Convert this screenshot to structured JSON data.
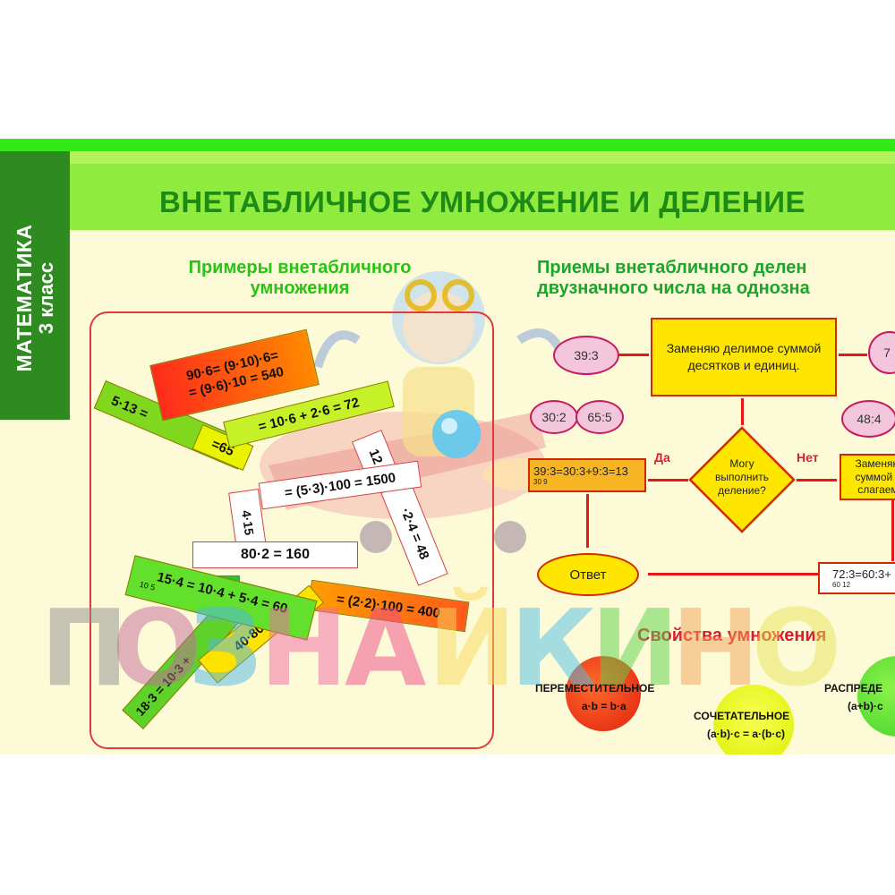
{
  "sidebar": {
    "subject": "МАТЕМАТИКА",
    "grade": "3 класс"
  },
  "title": "ВНЕТАБЛИЧНОЕ УМНОЖЕНИЕ И ДЕЛЕНИЕ",
  "left_section": {
    "heading_line1": "Примеры внетабличного",
    "heading_line2": "умножения",
    "strips": {
      "s1": "5·13 =",
      "s2": "90·6= (9·10)·6=",
      "s2b": "= (9·6)·10 = 540",
      "s3": "=65",
      "s4": "= 10·6 + 2·6 = 72",
      "s5": "12",
      "s6": "·2·4 = 48",
      "s7": "4·15",
      "s8": "= (5·3)·100 = 1500",
      "s9": "80·2 = 160",
      "s10": "15·4 = 10·4 + 5·4 = 60",
      "s10_small": "10  5",
      "s11": "=",
      "s12": "= (2·2)·100 = 400",
      "s13": "=",
      "s14": "40·80",
      "s15": "18·3 = 10·3 +"
    }
  },
  "right_section": {
    "heading_line1": "Приемы внетабличного делен",
    "heading_line2": "двузначного числа на однозна",
    "bubbles": {
      "b1": "39:3",
      "b2": "30:2",
      "b3": "65:5",
      "b4": "48:4",
      "b5": "7"
    },
    "flow": {
      "replace_box": "Заменяю делимое суммой десятков и единиц.",
      "decision": "Могу выполнить деление?",
      "yes_label": "Да",
      "no_label": "Нет",
      "yes_box": "39:3=30:3+9:3=13",
      "yes_box_small": "30  9",
      "no_box": "Заменяю суммой у слагаем",
      "answer": "Ответ",
      "example_box": "72:3=60:3+",
      "example_box_small": "60  12"
    }
  },
  "properties": {
    "title": "Свойства  умножения",
    "commutative_label": "ПЕРЕМЕСТИТЕЛЬНОЕ",
    "commutative_formula": "a·b = b·a",
    "associative_label": "СОЧЕТАТЕЛЬНОЕ",
    "associative_formula": "(a·b)·c = a·(b·c)",
    "distributive_label": "РАСПРЕДЕ",
    "distributive_formula": "(a+b)·c"
  },
  "watermark": {
    "l1": "П",
    "l2": "О",
    "l3": "З",
    "l4": "Н",
    "l5": "А",
    "l6": "Й",
    "l7": "К",
    "l8": "И",
    "l9": "Н",
    "l10": "О"
  },
  "colors": {
    "green_band": "#33ea18",
    "title_green": "#1d8a16",
    "red_border": "#e03a3a",
    "flow_yellow": "#ffe600"
  }
}
